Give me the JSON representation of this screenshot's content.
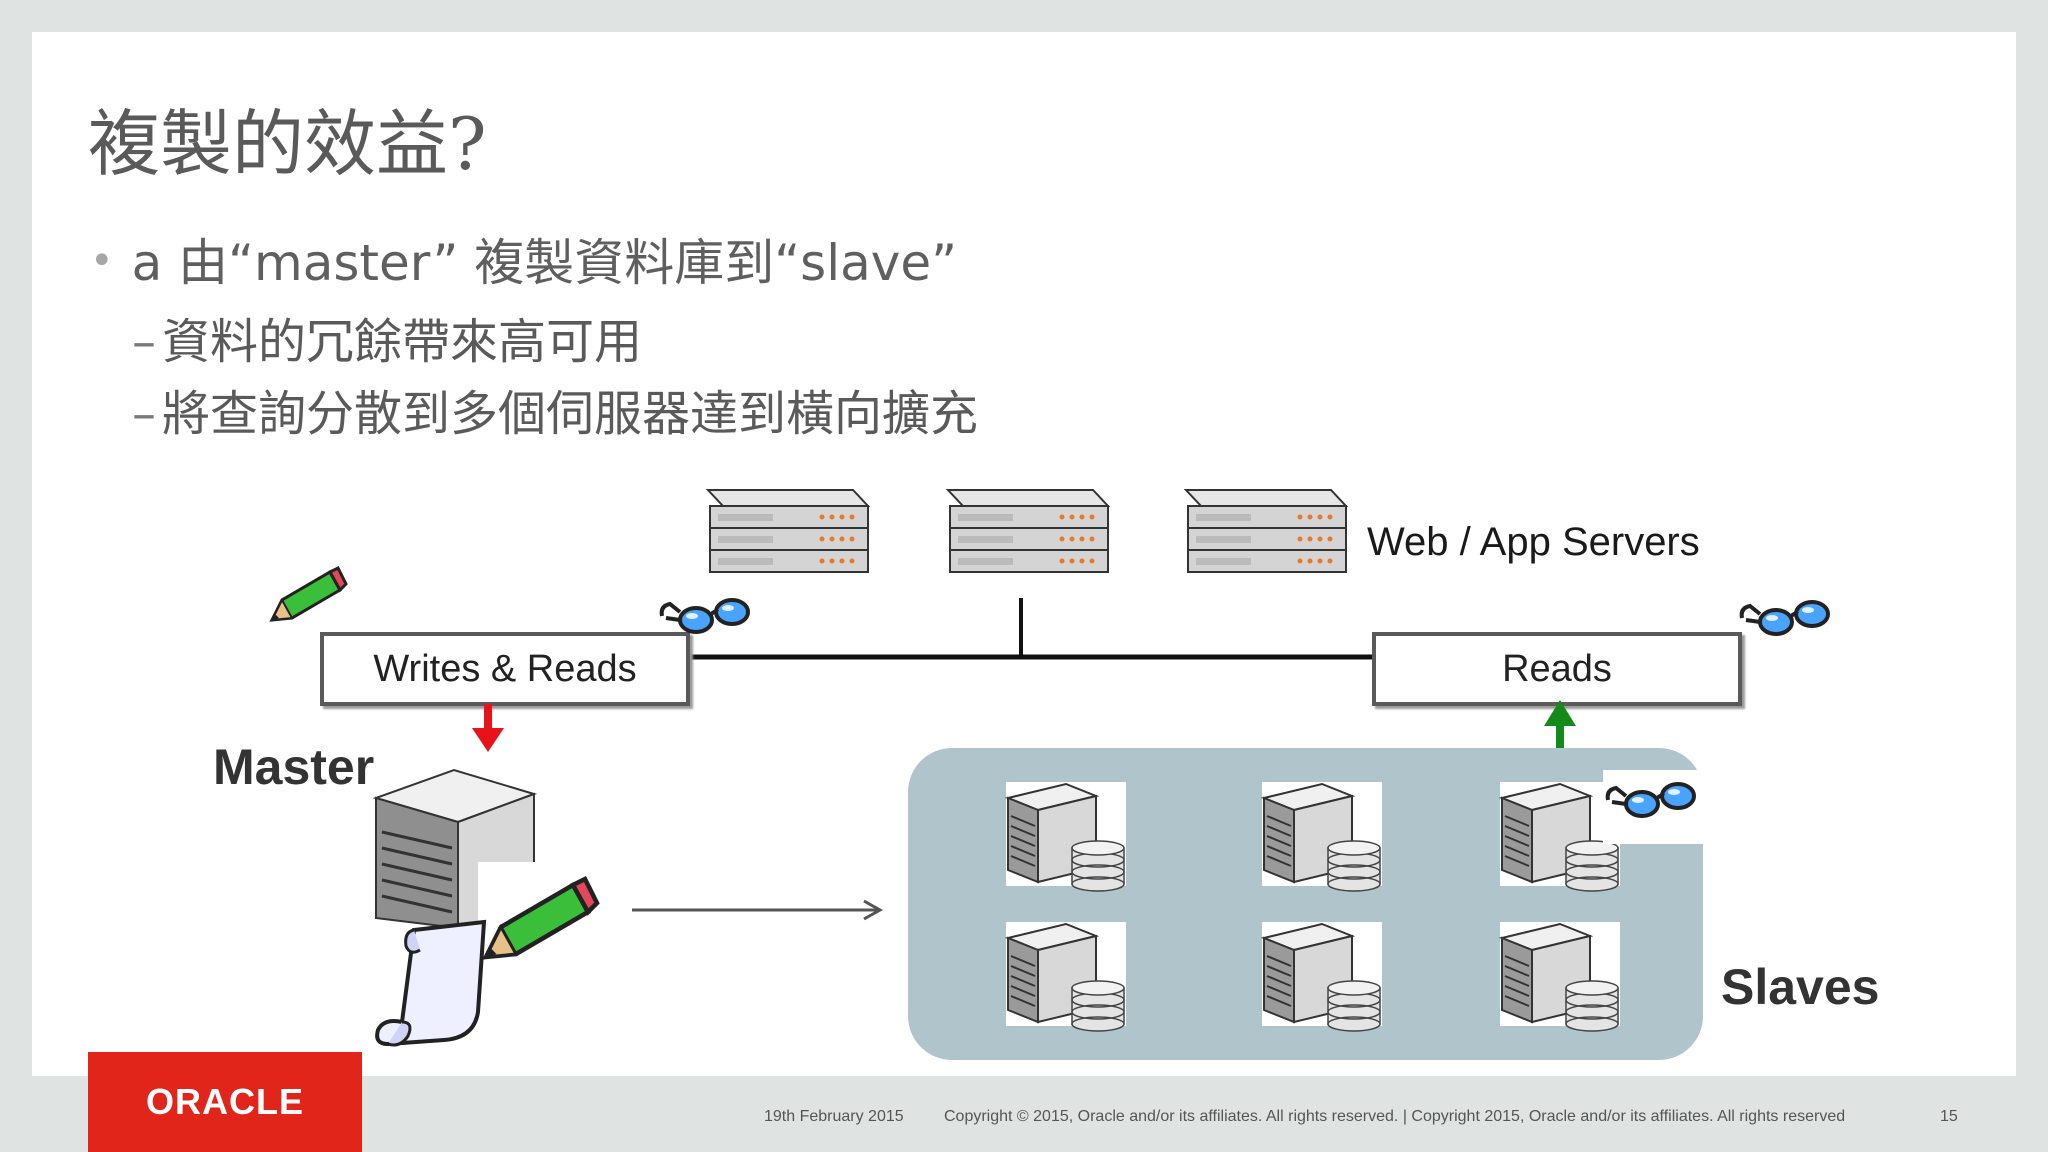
{
  "slide": {
    "title": "複製的效益?",
    "bullet": "a 由“master” 複製資料庫到“slave”",
    "sub_bullets": [
      "資料的冗餘帶來高可用",
      "將查詢分散到多個伺服器達到橫向擴充"
    ]
  },
  "diagram": {
    "web_label": "Web / App Servers",
    "writes_reads_label": "Writes & Reads",
    "reads_label": "Reads",
    "master_label": "Master",
    "slaves_label": "Slaves",
    "icons": [
      "server-icon",
      "database-server-icon",
      "glasses-icon",
      "pencil-icon",
      "scroll-icon"
    ],
    "colors": {
      "write_arrow": "#e8121b",
      "read_arrow": "#138a1a",
      "slave_pool": "#b0c4cb"
    }
  },
  "footer": {
    "logo_text": "ORACLE",
    "date": "19th February 2015",
    "copyright": "Copyright © 2015, Oracle and/or its affiliates. All rights reserved.  |  Copyright 2015, Oracle and/or its affiliates. All rights reserved",
    "page": "15"
  }
}
